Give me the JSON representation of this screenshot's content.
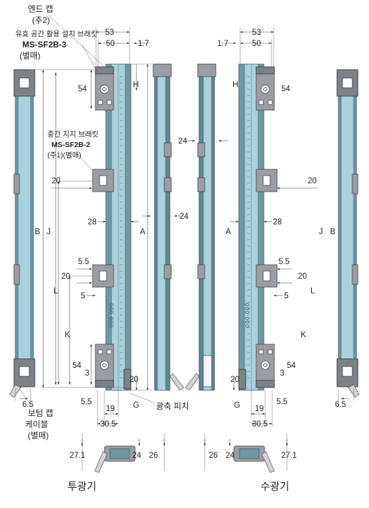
{
  "labels": {
    "end_cap": "엔드 캡",
    "end_cap_note": "(주2)",
    "dead_zone_bracket": "유효 공간 활용 설치 브래킷",
    "dead_zone_model": "MS-SF2B-3",
    "dead_zone_sold": "(별매)",
    "intermediate_bracket": "중간 지지 브래킷",
    "intermediate_model": "MS-SF2B-2",
    "intermediate_note": "(주1)(별매)",
    "bottom_cap": "보텀 캡",
    "cable": "케이블",
    "cable_sold": "(별매)",
    "beam_pitch": "광축 피치",
    "emitter": "투광기",
    "receiver": "수광기"
  },
  "dimensions": {
    "d53": "53",
    "d50": "50",
    "d1_7": "1.7",
    "H": "H",
    "d54": "54",
    "d24": "24",
    "d20": "20",
    "d28": "28",
    "A": "A",
    "B": "B",
    "J": "J",
    "L": "L",
    "K": "K",
    "d5_5": "5.5",
    "d5": "5",
    "d3": "3",
    "d6_5": "6.5",
    "G": "G",
    "d19": "19",
    "d30_5": "30.5",
    "d27_1": "27.1",
    "d26": "26"
  },
  "colors": {
    "bar_face": "#a9d2dd",
    "bar_edge": "#6f98a3",
    "bracket": "#9a9ea3"
  }
}
